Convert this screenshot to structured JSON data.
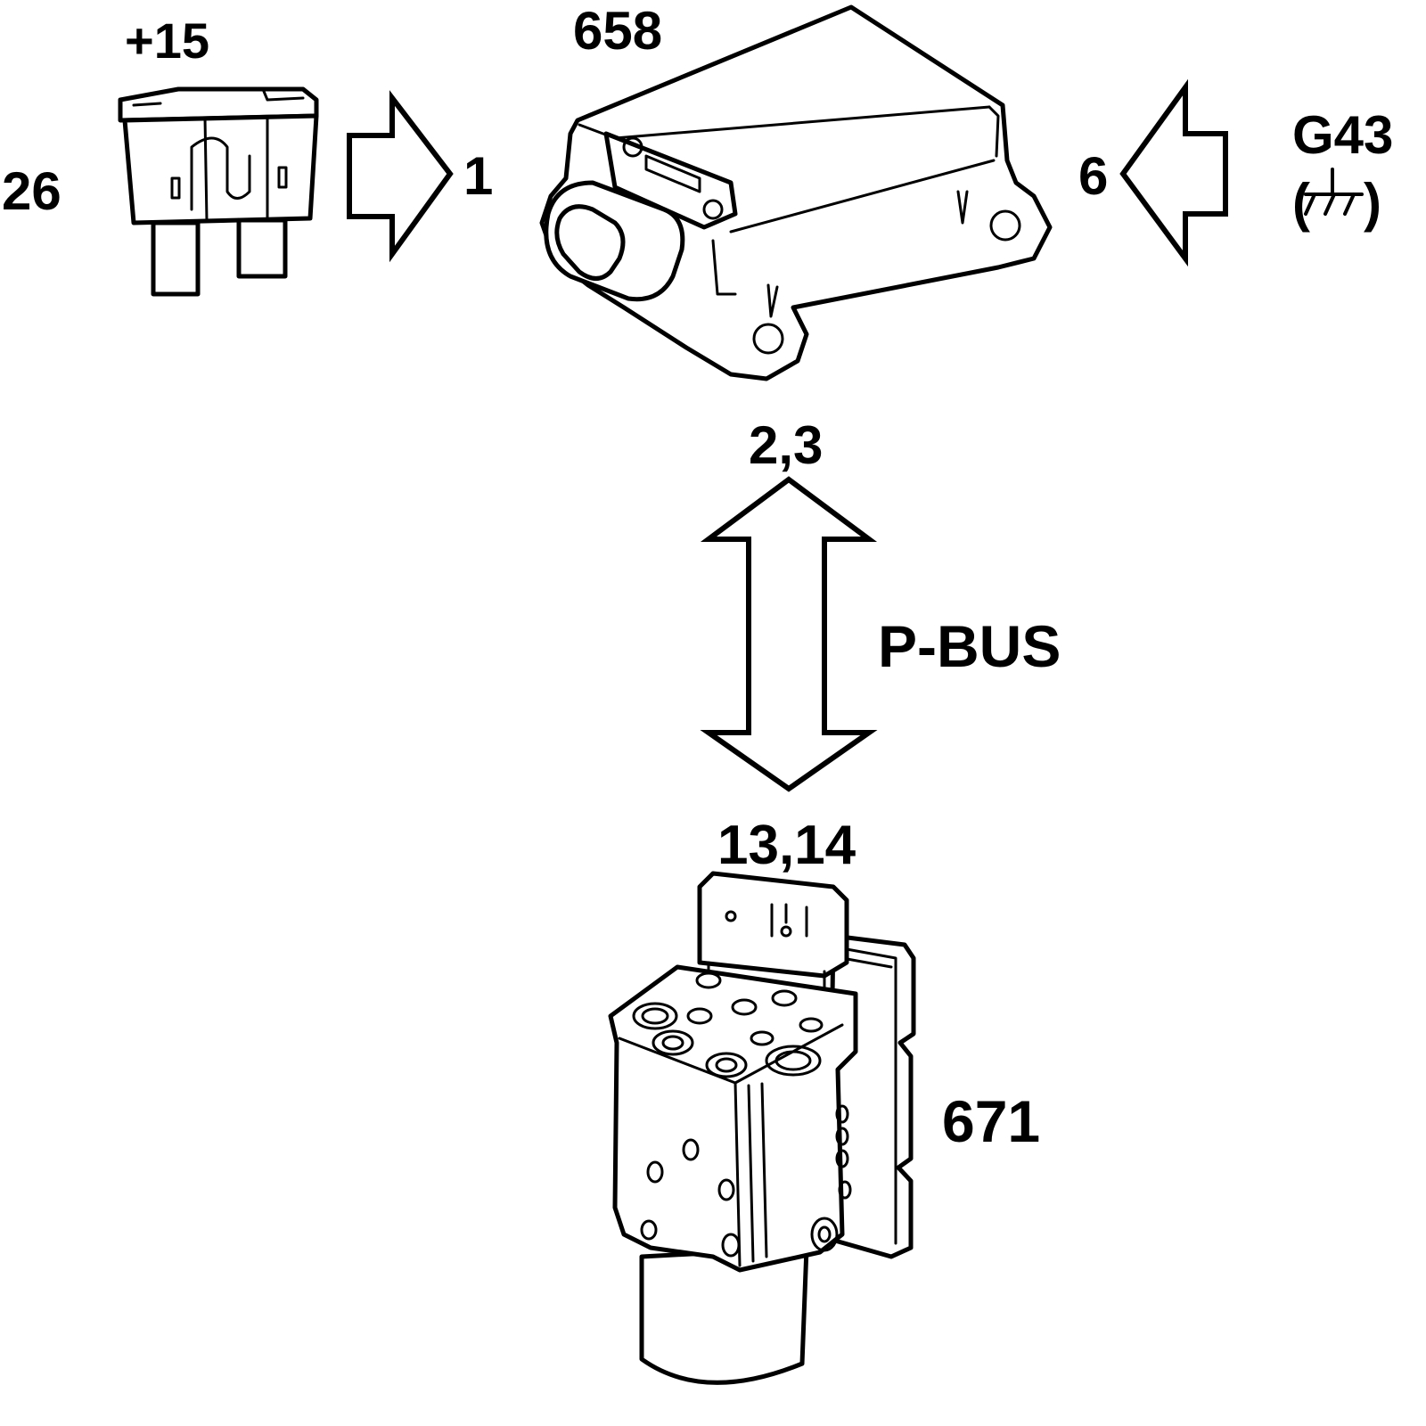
{
  "labels": {
    "fuse_name": "+15",
    "fuse_number": "26",
    "control_unit_id": "658",
    "pin_power": "1",
    "pin_ground": "6",
    "ground_id": "G43",
    "ground_symbol_open": "(",
    "ground_symbol_close": ")",
    "pins_bus_top": "2,3",
    "bus_name": "P-BUS",
    "pins_bus_bottom": "13,14",
    "abs_unit_id": "671"
  },
  "icons": {
    "fuse": "blade-fuse-icon",
    "control_unit": "control-module-icon",
    "abs_unit": "abs-modulator-icon",
    "ground": "ground-symbol-icon",
    "arrow_power": "arrow-right-icon",
    "arrow_ground": "arrow-left-icon",
    "arrow_bus": "double-arrow-vertical-icon"
  },
  "colors": {
    "line": "#000000",
    "background": "#ffffff"
  }
}
